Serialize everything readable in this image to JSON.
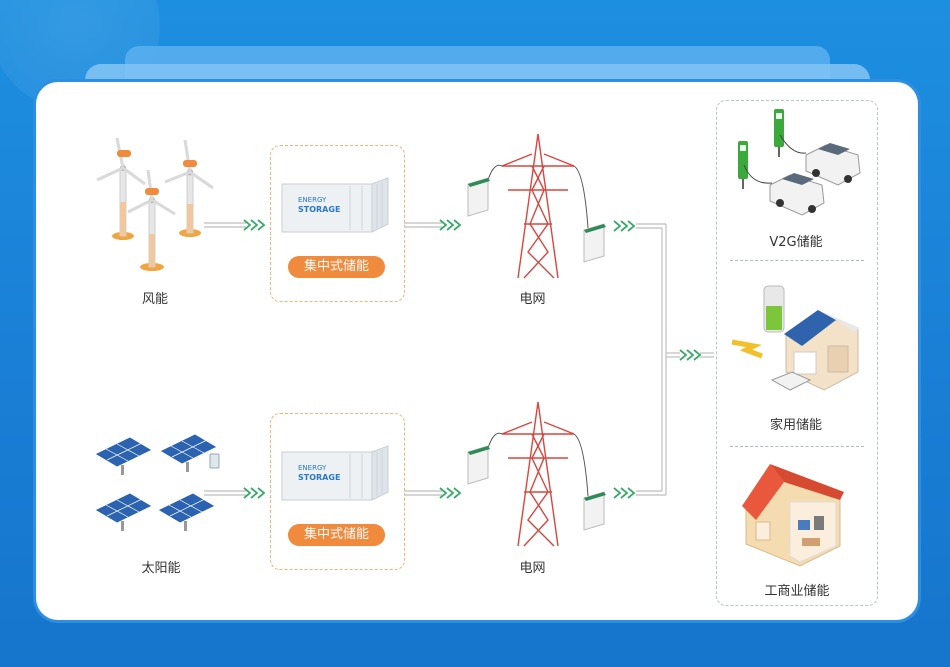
{
  "sources": [
    {
      "label": "风能",
      "icon": "wind-turbine-icon"
    },
    {
      "label": "太阳能",
      "icon": "solar-panel-icon"
    }
  ],
  "storage": [
    {
      "label": "集中式储能",
      "container_text": [
        "ENERGY",
        "STORAGE"
      ]
    },
    {
      "label": "集中式储能",
      "container_text": [
        "ENERGY",
        "STORAGE"
      ]
    }
  ],
  "grid": [
    {
      "label": "电网"
    },
    {
      "label": "电网"
    }
  ],
  "applications": [
    {
      "label": "V2G储能",
      "icon": "ev-charging-icon"
    },
    {
      "label": "家用储能",
      "icon": "home-storage-icon"
    },
    {
      "label": "工商业储能",
      "icon": "commercial-building-icon"
    }
  ],
  "colors": {
    "background": "#1a7fd6",
    "accent": "#f08a3c",
    "arrow": "#3aaa6a",
    "dashed_orange": "#f0b27a",
    "tower": "#d9463e"
  }
}
